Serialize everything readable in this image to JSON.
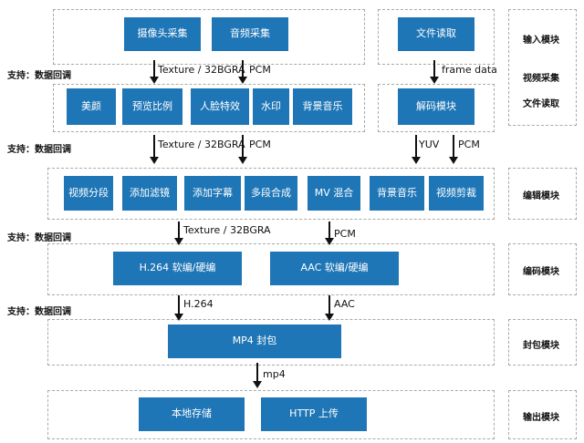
{
  "regions": {
    "capture": {
      "boxes": [
        "摄像头采集",
        "音频采集"
      ],
      "file_box": "文件读取",
      "module_label": "输入模块"
    },
    "preprocess": {
      "boxes": [
        "美颜",
        "预览比例",
        "人脸特效",
        "水印",
        "背景音乐"
      ],
      "decode_box": "解码模块"
    },
    "edit": {
      "boxes": [
        "视频分段",
        "添加滤镜",
        "添加字幕",
        "多段合成",
        "MV 混合",
        "背景音乐",
        "视频剪裁"
      ],
      "module_label": "编辑模块"
    },
    "encode": {
      "boxes": [
        "H.264 软编/硬编",
        "AAC 软编/硬编"
      ],
      "module_label": "编码模块"
    },
    "mux": {
      "box": "MP4 封包",
      "module_label": "封包模块"
    },
    "output": {
      "boxes": [
        "本地存储",
        "HTTP 上传"
      ],
      "module_label": "输出模块"
    }
  },
  "side_labels": {
    "video_capture": "视频采集",
    "file_read": "文件读取",
    "support": "支持：数据回调"
  },
  "edges": {
    "texture": "Texture / 32BGRA",
    "pcm": "PCM",
    "frame_data": "frame data",
    "yuv": "YUV",
    "h264": "H.264",
    "aac": "AAC",
    "mp4": "mp4"
  }
}
